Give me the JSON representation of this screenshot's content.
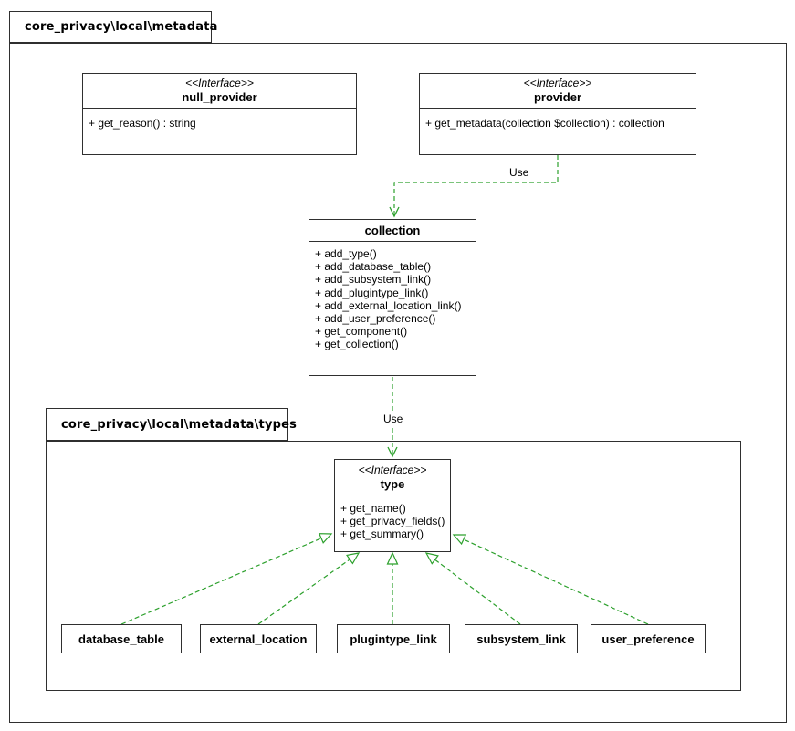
{
  "diagram": {
    "packages": {
      "outer": {
        "label": "core_privacy\\local\\metadata"
      },
      "inner": {
        "label": "core_privacy\\local\\metadata\\types"
      }
    },
    "labels": {
      "use1": "Use",
      "use2": "Use"
    },
    "classes": {
      "null_provider": {
        "stereotype": "<<Interface>>",
        "name": "null_provider",
        "methods": [
          "+ get_reason() : string"
        ]
      },
      "provider": {
        "stereotype": "<<Interface>>",
        "name": "provider",
        "methods": [
          "+ get_metadata(collection $collection) : collection"
        ]
      },
      "collection": {
        "name": "collection",
        "methods": [
          "+ add_type()",
          "+ add_database_table()",
          "+ add_subsystem_link()",
          "+ add_plugintype_link()",
          "+ add_external_location_link()",
          "+ add_user_preference()",
          "+ get_component()",
          "+ get_collection()"
        ]
      },
      "type": {
        "stereotype": "<<Interface>>",
        "name": "type",
        "methods": [
          "+ get_name()",
          "+ get_privacy_fields()",
          "+ get_summary()"
        ]
      },
      "database_table": {
        "name": "database_table"
      },
      "external_location": {
        "name": "external_location"
      },
      "plugintype_link": {
        "name": "plugintype_link"
      },
      "subsystem_link": {
        "name": "subsystem_link"
      },
      "user_preference": {
        "name": "user_preference"
      }
    },
    "colors": {
      "edge": "#2ca02c",
      "border": "#2f2f2f",
      "text": "#000000",
      "background": "#ffffff"
    }
  }
}
